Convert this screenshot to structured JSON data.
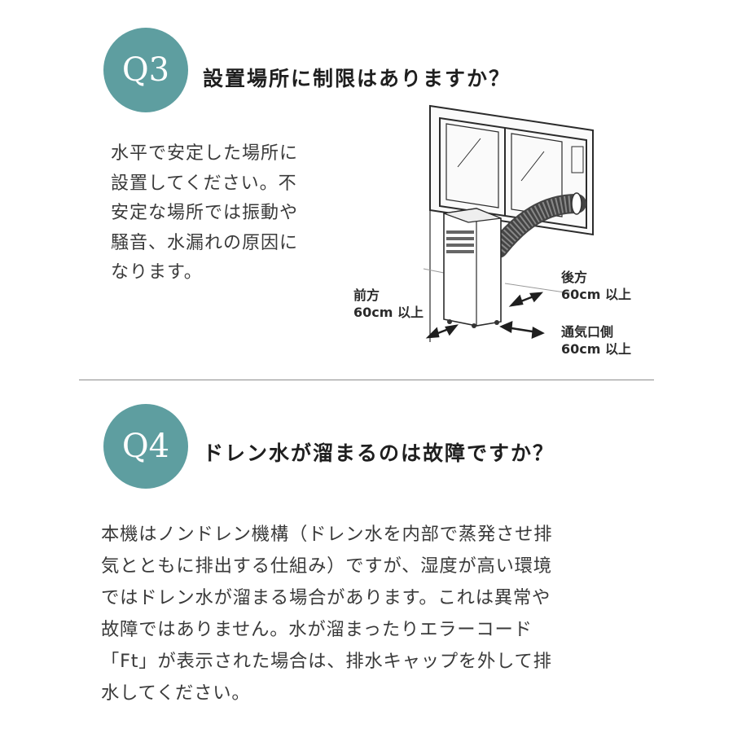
{
  "q3": {
    "badge": "Q3",
    "title": "設置場所に制限はありますか？",
    "answer_lines": [
      "水平で安定した場所に",
      "設置してください。不",
      "安定な場所では振動や",
      "騒音、水漏れの原因に",
      "なります。"
    ],
    "illustration": {
      "front_label": "前方",
      "front_value": "60cm 以上",
      "rear_label": "後方",
      "rear_value": "60cm 以上",
      "vent_label": "通気口側",
      "vent_value": "60cm 以上"
    }
  },
  "q4": {
    "badge": "Q4",
    "title": "ドレン水が溜まるのは故障ですか？",
    "answer_lines": [
      "本機はノンドレン機構（ドレン水を内部で蒸発させ排",
      "気とともに排出する仕組み）ですが、湿度が高い環境",
      "ではドレン水が溜まる場合があります。これは異常や",
      "故障ではありません。水が溜まったりエラーコード",
      "「Ft」が表示された場合は、排水キャップを外して排",
      "水してください。"
    ]
  },
  "colors": {
    "badge": "#5e9ea0",
    "text": "#333333",
    "divider": "#8c8c8c"
  }
}
